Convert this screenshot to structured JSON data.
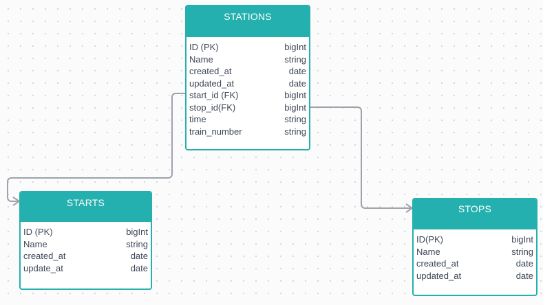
{
  "diagram": {
    "tables": [
      {
        "id": "stations",
        "title": "STATIONS",
        "columns": [
          {
            "name": "ID (PK)",
            "type": "bigInt"
          },
          {
            "name": "Name",
            "type": "string"
          },
          {
            "name": "created_at",
            "type": "date"
          },
          {
            "name": "updated_at",
            "type": "date"
          },
          {
            "name": "start_id (FK)",
            "type": "bigInt"
          },
          {
            "name": "stop_id(FK)",
            "type": "bigInt"
          },
          {
            "name": "time",
            "type": "string"
          },
          {
            "name": "train_number",
            "type": "string"
          }
        ]
      },
      {
        "id": "starts",
        "title": "STARTS",
        "columns": [
          {
            "name": "ID (PK)",
            "type": "bigInt"
          },
          {
            "name": "Name",
            "type": "string"
          },
          {
            "name": "created_at",
            "type": "date"
          },
          {
            "name": "update_at",
            "type": "date"
          }
        ]
      },
      {
        "id": "stops",
        "title": "STOPS",
        "columns": [
          {
            "name": "ID(PK)",
            "type": "bigInt"
          },
          {
            "name": "Name",
            "type": "string"
          },
          {
            "name": "created_at",
            "type": "date"
          },
          {
            "name": "updated_at",
            "type": "date"
          }
        ]
      }
    ],
    "relationships": [
      {
        "from_table": "STATIONS",
        "from_column": "start_id (FK)",
        "to_table": "STARTS",
        "to_cardinality": "many"
      },
      {
        "from_table": "STATIONS",
        "from_column": "stop_id(FK)",
        "to_table": "STOPS",
        "to_cardinality": "many"
      }
    ],
    "colors": {
      "accent": "#24b0ae",
      "connector": "#9ea3ab",
      "text": "#3d4757",
      "background": "#fbfbfc"
    }
  }
}
